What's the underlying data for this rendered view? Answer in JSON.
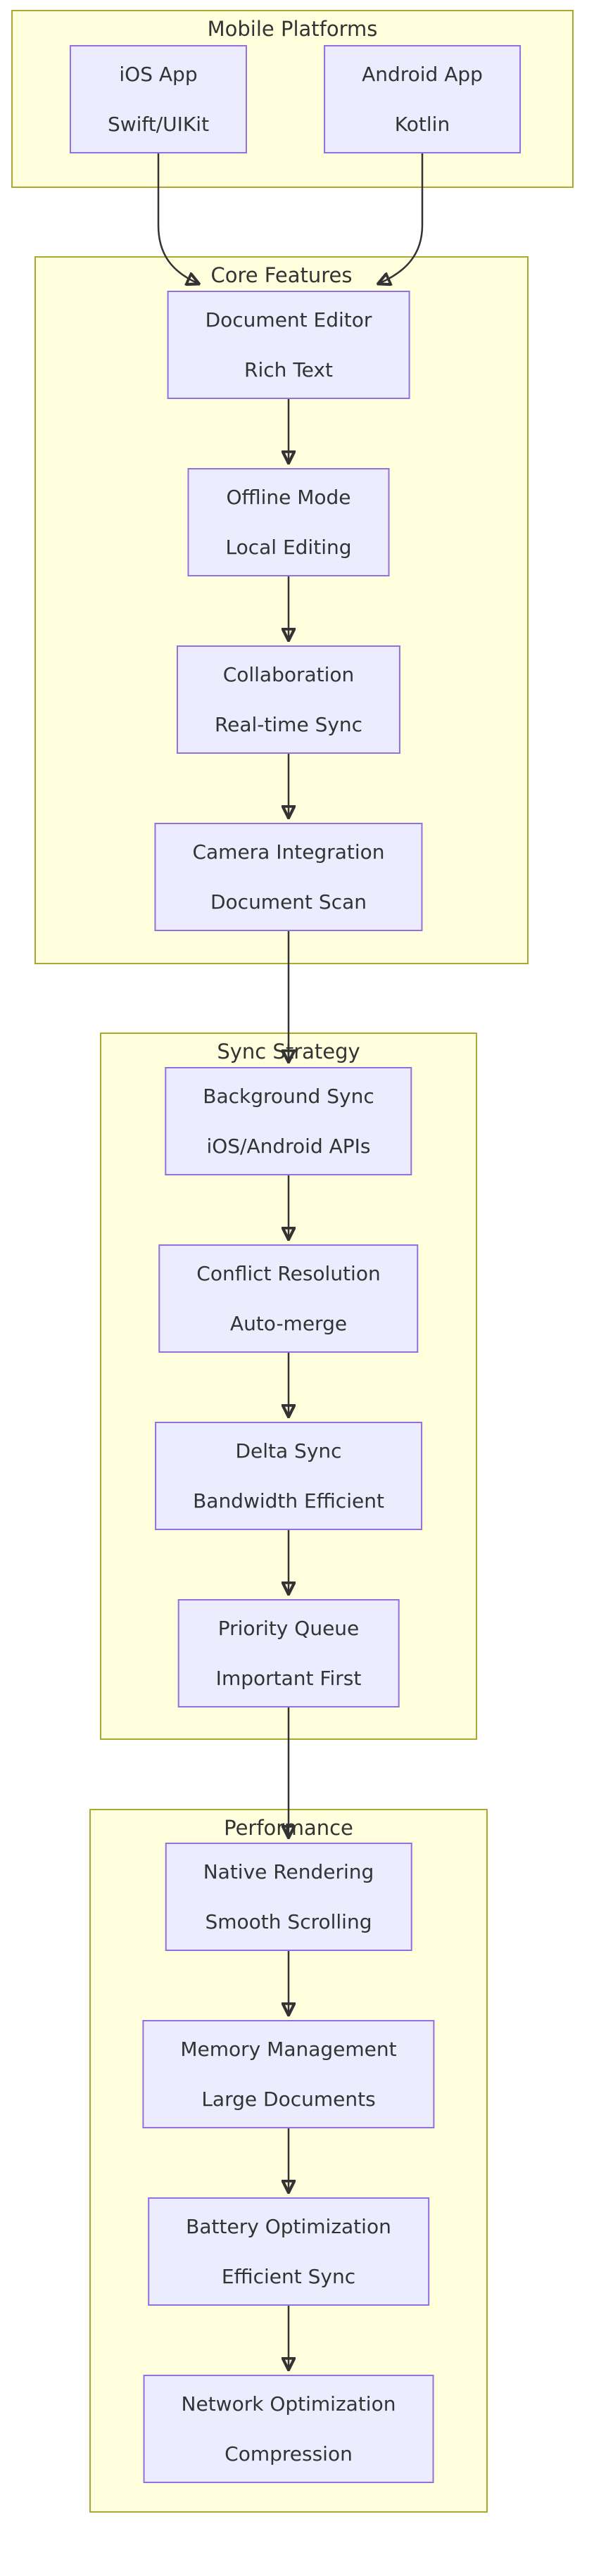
{
  "colors": {
    "node_fill": "#ECECFF",
    "node_border": "#9370DB",
    "group_fill": "#FFFFDE",
    "group_border": "#AAAA33",
    "edge": "#333333",
    "text": "#333333",
    "page_bg": "#ffffff"
  },
  "groups": [
    {
      "label": "Mobile Platforms",
      "nodes": [
        {
          "line1": "iOS App",
          "line2": "Swift/UIKit"
        },
        {
          "line1": "Android App",
          "line2": "Kotlin"
        }
      ]
    },
    {
      "label": "Core Features",
      "nodes": [
        {
          "line1": "Document Editor",
          "line2": "Rich Text"
        },
        {
          "line1": "Offline Mode",
          "line2": "Local Editing"
        },
        {
          "line1": "Collaboration",
          "line2": "Real-time Sync"
        },
        {
          "line1": "Camera Integration",
          "line2": "Document Scan"
        }
      ]
    },
    {
      "label": "Sync Strategy",
      "nodes": [
        {
          "line1": "Background Sync",
          "line2": "iOS/Android APIs"
        },
        {
          "line1": "Conflict Resolution",
          "line2": "Auto-merge"
        },
        {
          "line1": "Delta Sync",
          "line2": "Bandwidth Efficient"
        },
        {
          "line1": "Priority Queue",
          "line2": "Important First"
        }
      ]
    },
    {
      "label": "Performance",
      "nodes": [
        {
          "line1": "Native Rendering",
          "line2": "Smooth Scrolling"
        },
        {
          "line1": "Memory Management",
          "line2": "Large Documents"
        },
        {
          "line1": "Battery Optimization",
          "line2": "Efficient Sync"
        },
        {
          "line1": "Network Optimization",
          "line2": "Compression"
        }
      ]
    }
  ]
}
